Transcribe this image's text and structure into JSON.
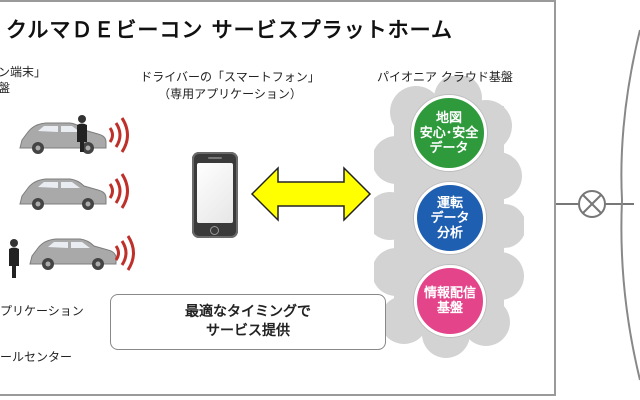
{
  "title": "クルマＤＥビーコン サービスプラットホーム",
  "left_labels": {
    "device_line1": "ン端末」",
    "device_line2": "盤",
    "application": "プリケーション",
    "call_center": "ールセンター"
  },
  "phone_labels": {
    "line1": "ドライバーの「スマートフォン」",
    "line2": "（専用アプリケーション）"
  },
  "cloud_label": "パイオニア クラウド基盤",
  "circles": [
    {
      "lines": [
        "地図",
        "安心･安全",
        "データ"
      ],
      "color": "#2e9a3c"
    },
    {
      "lines": [
        "運転",
        "データ",
        "分析"
      ],
      "color": "#1f5fb2"
    },
    {
      "lines": [
        "情報配信",
        "基盤"
      ],
      "color": "#e3448a"
    }
  ],
  "message": {
    "line1": "最適なタイミングで",
    "line2": "サービス提供"
  },
  "colors": {
    "arrow": "#ffff00",
    "signal": "#c0302b",
    "car": "#a9a9a9",
    "cloud": "#d3d3d3"
  }
}
